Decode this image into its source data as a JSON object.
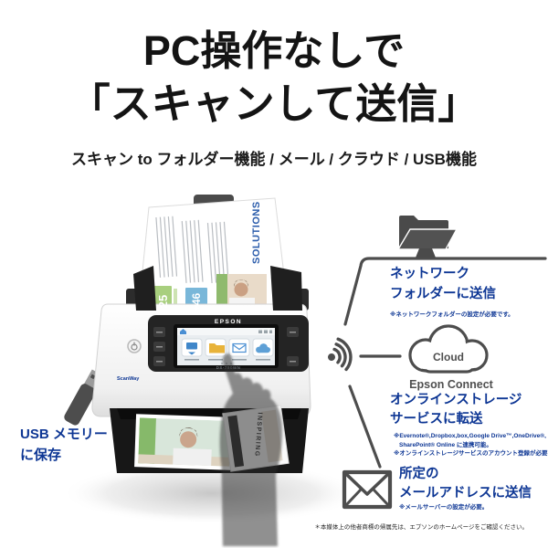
{
  "header": {
    "title_line1": "PC操作なしで",
    "title_line2": "「スキャンして送信」",
    "subtitle": "スキャン to フォルダー機能 / メール / クラウド / USB機能"
  },
  "scanner": {
    "brand": "EPSON",
    "model": "DS-790WN",
    "body_logo": "ScanWay",
    "feeder_document": {
      "headline": "SOLUTIONS",
      "stat_green": "25",
      "stat_blue": "+46"
    },
    "output_document": {
      "headline": "INSPIRING"
    }
  },
  "destinations": {
    "usb": {
      "label_line1": "USB メモリー",
      "label_line2": "に保存"
    },
    "network_folder": {
      "label_line1": "ネットワーク",
      "label_line2": "フォルダーに送信",
      "note": "※ネットワークフォルダーの設定が必要です。"
    },
    "cloud": {
      "cloud_word": "Cloud",
      "service_name": "Epson Connect",
      "label_line1": "オンラインストレージ",
      "label_line2": "サービスに転送",
      "note_line1": "※Evernote®,Dropbox,box,Google Drive™,OneDrive®,",
      "note_line2": "SharePoint® Online に連携可能。",
      "note_line3": "※オンラインストレージサービスのアカウント登録が必要です。"
    },
    "email": {
      "label_line1": "所定の",
      "label_line2": "メールアドレスに送信",
      "note": "※メールサーバーの設定が必要。"
    }
  },
  "footer": {
    "disclaimer": "＊本媒体上の他者商標の帰属先は、エプソンのホームページをご確認ください。"
  },
  "colors": {
    "accent_blue": "#0d3694",
    "icon_gray": "#4a4a4a",
    "title_black": "#141414"
  },
  "icons": {
    "usb_memory": "usb-stick-shape",
    "wireless": "radio-wave-arcs",
    "network_folder": "folder-on-network-line",
    "cloud": "cloud-outline",
    "email": "envelope-outline",
    "touch_hand": "hand-silhouette"
  }
}
